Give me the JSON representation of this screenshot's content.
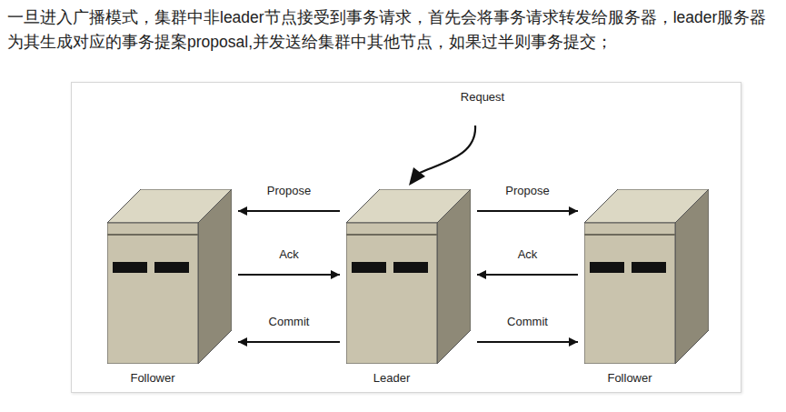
{
  "diagram": {
    "nodes": [
      {
        "text": [
          "Follower"
        ]
      },
      {
        "text": [
          "Leader"
        ]
      },
      {
        "text": [
          "Follower"
        ]
      }
    ],
    "edges": [
      {
        "from": 1,
        "to": 0,
        "label": "Propose",
        "arrow": "to"
      },
      {
        "from": 0,
        "to": 1,
        "label": "Ack",
        "arrow": "to"
      },
      {
        "from": 1,
        "to": 0,
        "label": "Commit",
        "arrow": "to"
      },
      {
        "from": 1,
        "to": 2,
        "label": "Propose",
        "arrow": "to"
      },
      {
        "from": 2,
        "to": 1,
        "label": "Ack",
        "arrow": "to"
      },
      {
        "from": 1,
        "to": 2,
        "label": "Commit",
        "arrow": "to"
      }
    ],
    "labels": [
      "一旦进入广播模式，集群中非leader节点接受到事务请求，首先会将事务请求转发给服务器，leader服务器为其生成对应的事务提案proposal,并发送给集群中其他节点，如果过半则事务提交；",
      "Request"
    ]
  }
}
